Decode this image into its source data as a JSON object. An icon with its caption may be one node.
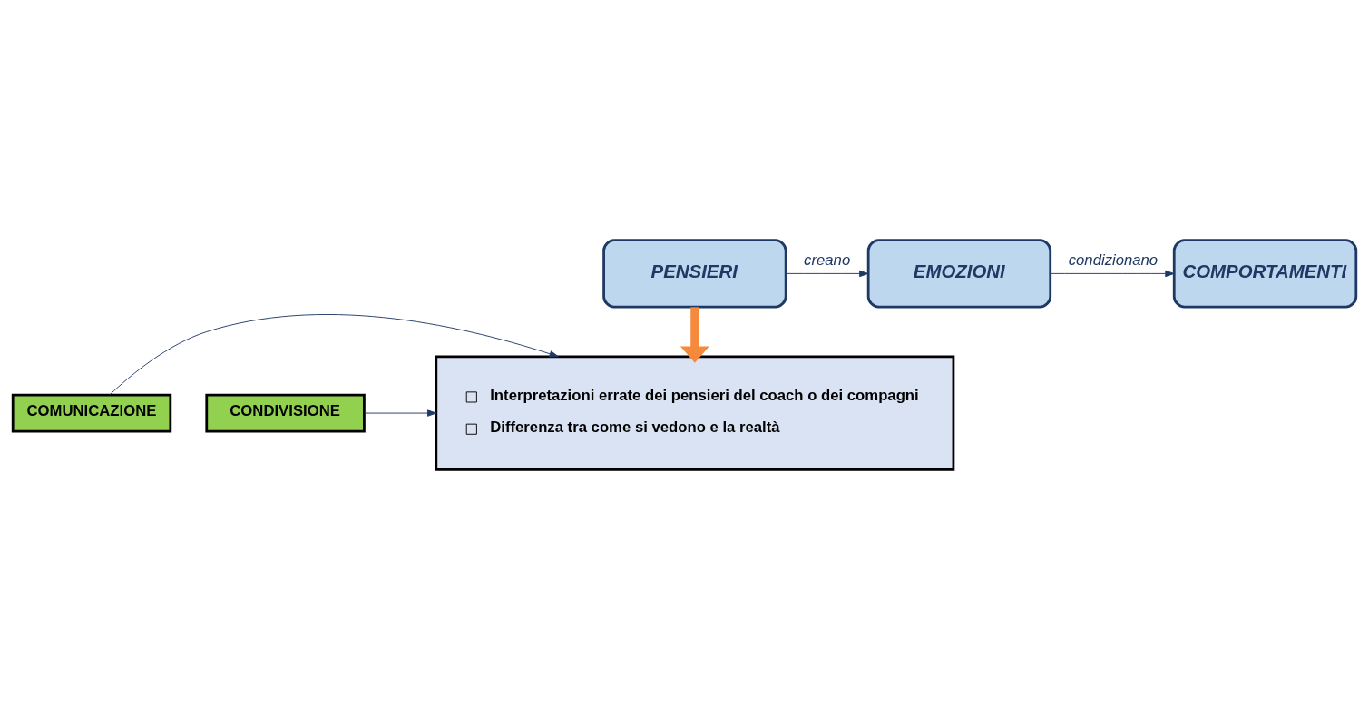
{
  "diagram": {
    "nodes": [
      {
        "text": [
          "PENSIERI"
        ]
      },
      {
        "text": [
          "EMOZIONI"
        ]
      },
      {
        "text": [
          "COMPORTAMENTI"
        ]
      },
      {
        "text": [
          "Interpretazioni errate dei pensieri del coach o dei compagni",
          "Differenza tra come si vedono e la realtà"
        ]
      },
      {
        "text": [
          "COMUNICAZIONE"
        ]
      },
      {
        "text": [
          "CONDIVISIONE"
        ]
      }
    ],
    "edges": [
      {
        "from": 0,
        "to": 1,
        "arrow": "to",
        "label": "creano"
      },
      {
        "from": 1,
        "to": 2,
        "arrow": "to",
        "label": "condizionano"
      },
      {
        "from": 0,
        "to": 3,
        "arrow": "to",
        "style": "thick",
        "color": "#f58a3c"
      },
      {
        "from": 4,
        "to": 3,
        "arrow": "to"
      },
      {
        "from": 5,
        "to": 3,
        "arrow": "to"
      }
    ]
  }
}
